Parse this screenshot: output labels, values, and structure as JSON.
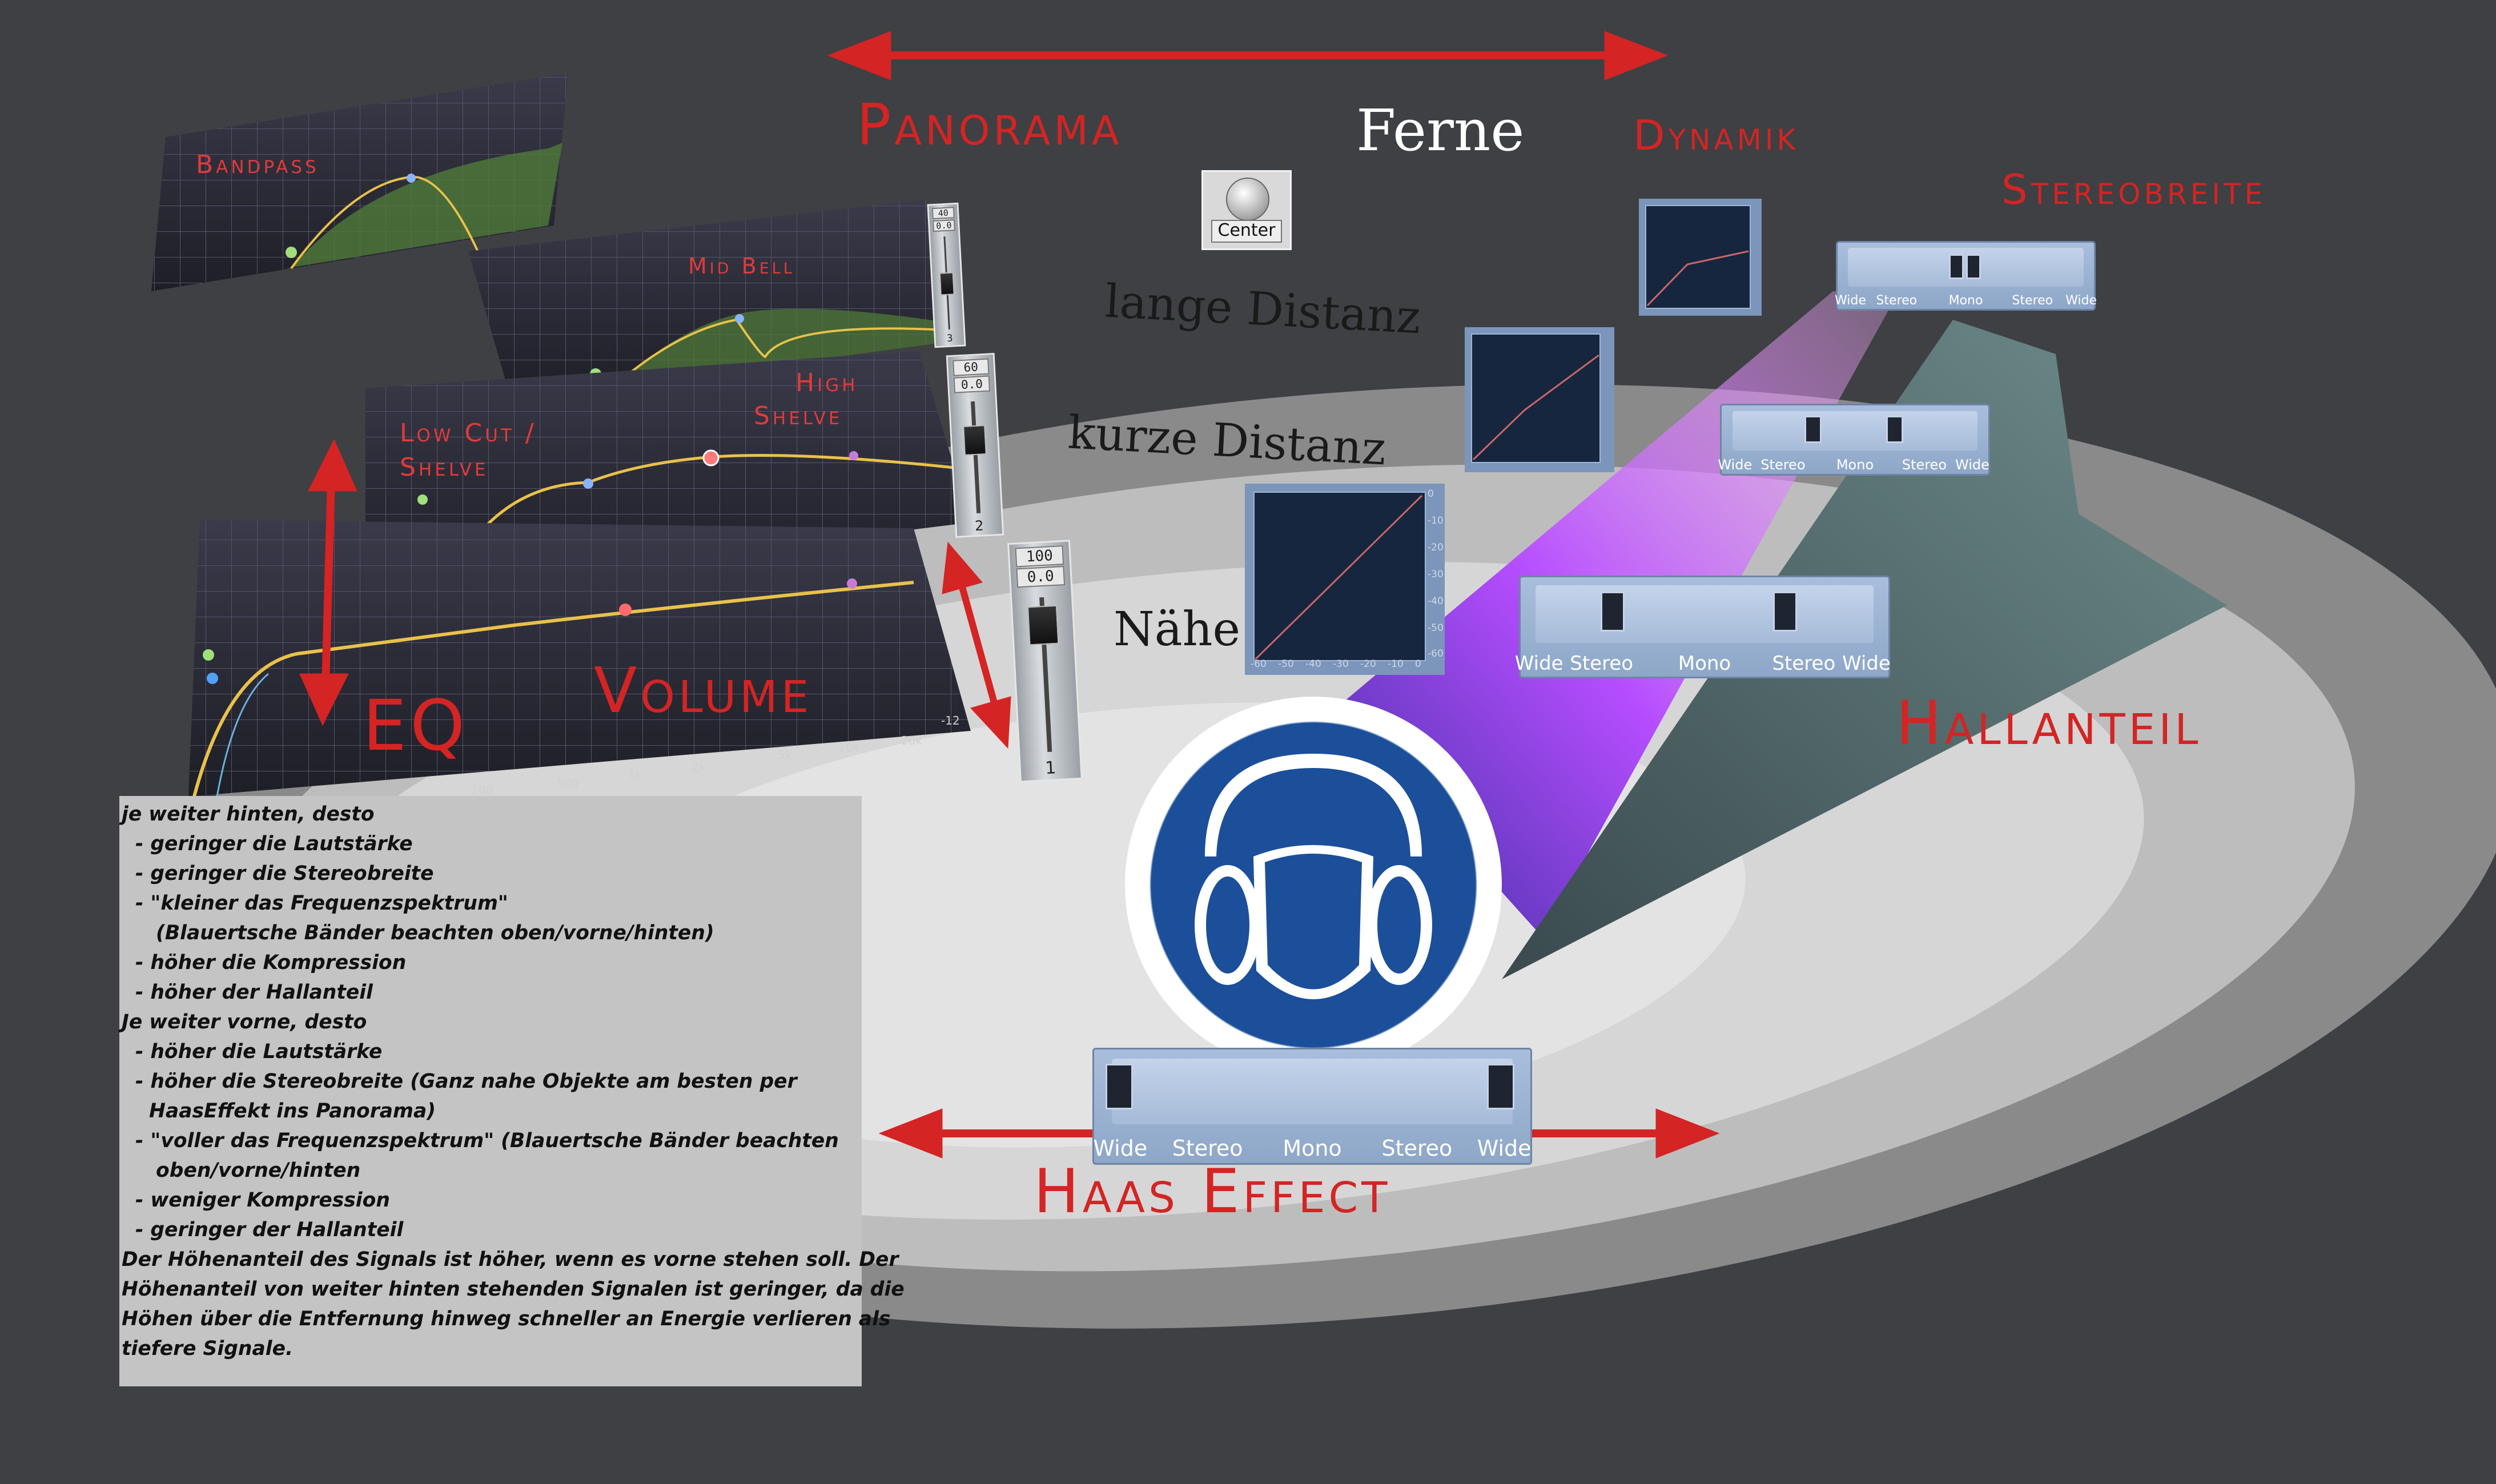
{
  "labels": {
    "panorama": "Panorama",
    "ferne": "Ferne",
    "dynamik": "Dynamik",
    "stereobreite": "Stereobreite",
    "lange_distanz": "lange Distanz",
    "kurze_distanz": "kurze Distanz",
    "naehe": "Nähe",
    "eq": "EQ",
    "volume": "Volume",
    "hallanteil": "Hallanteil",
    "haas_effect": "Haas Effect"
  },
  "eq_panels": {
    "bandpass": "Bandpass",
    "mid_bell": "Mid Bell",
    "high_shelve_1": "High",
    "high_shelve_2": "Shelve",
    "low_cut_1": "Low Cut /",
    "low_cut_2": "Shelve",
    "freq_ticks": [
      "200",
      "500",
      "1k",
      "2k",
      "5k",
      "10k",
      "20k"
    ],
    "db_tick": "-12"
  },
  "faders": [
    {
      "top": "40",
      "bottom": "0.0",
      "number": "3"
    },
    {
      "top": "60",
      "bottom": "0.0",
      "number": "2"
    },
    {
      "top": "100",
      "bottom": "0.0",
      "number": "1"
    }
  ],
  "panorama_button": "Center",
  "stereo_width": {
    "wide": "Wide",
    "stereo": "Stereo",
    "mono": "Mono"
  },
  "dynamics_axis": [
    "-60",
    "-50",
    "-40",
    "-30",
    "-20",
    "-10",
    "0"
  ],
  "dynamics_yaxis": [
    "0",
    "-10",
    "-20",
    "-30",
    "-40",
    "-50",
    "-60"
  ],
  "notes": [
    "je weiter hinten, desto",
    "  - geringer die Lautstärke",
    "  - geringer die Stereobreite",
    "  - \"kleiner das Frequenzspektrum\"",
    "     (Blauertsche Bänder beachten oben/vorne/hinten)",
    "  - höher die Kompression",
    "  - höher der Hallanteil",
    "Je weiter vorne, desto",
    "  - höher die Lautstärke",
    "  - höher die Stereobreite (Ganz nahe Objekte am besten per",
    "    HaasEffekt ins Panorama)",
    "  - \"voller das Frequenzspektrum\" (Blauertsche Bänder beachten",
    "     oben/vorne/hinten",
    "  - weniger Kompression",
    "  - geringer der Hallanteil",
    "Der Höhenanteil des Signals ist höher, wenn es vorne stehen soll. Der",
    "Höhenanteil von weiter hinten stehenden Signalen ist geringer, da die",
    "Höhen über die Entfernung hinweg schneller an Energie verlieren als",
    "tiefere Signale."
  ],
  "colors": {
    "background": "#3e4043",
    "accent_red": "#d42424",
    "sign_blue": "#1c4f9a"
  }
}
